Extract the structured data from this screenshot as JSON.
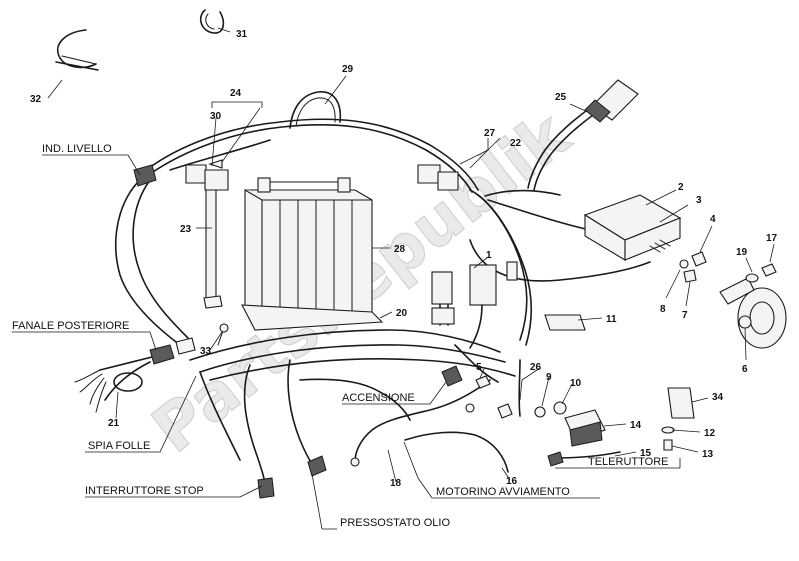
{
  "watermark": "PartsRepublik",
  "labels": {
    "ind_livello": "IND. LIVELLO",
    "fanale_posteriore": "FANALE POSTERIORE",
    "spia_folle": "SPIA FOLLE",
    "interruttore_stop": "INTERRUTTORE STOP",
    "pressostato_olio": "PRESSOSTATO OLIO",
    "accensione": "ACCENSIONE",
    "motorino_avviamento": "MOTORINO AVVIAMENTO",
    "teleruttore": "TELERUTTORE"
  },
  "part_numbers": {
    "n2": "2",
    "n3": "3",
    "n4": "4",
    "n5": "5",
    "n6": "6",
    "n7": "7",
    "n8": "8",
    "n9": "9",
    "n10": "10",
    "n11": "11",
    "n12": "12",
    "n13": "13",
    "n14": "14",
    "n15": "15",
    "n16": "16",
    "n17": "17",
    "n18": "18",
    "n19": "19",
    "n20": "20",
    "n21": "21",
    "n22": "22",
    "n23": "23",
    "n24": "24",
    "n25": "25",
    "n26": "26",
    "n27": "27",
    "n28": "28",
    "n29": "29",
    "n30": "30",
    "n31": "31",
    "n32": "32",
    "n33": "33",
    "n34": "34",
    "n1": "1"
  }
}
